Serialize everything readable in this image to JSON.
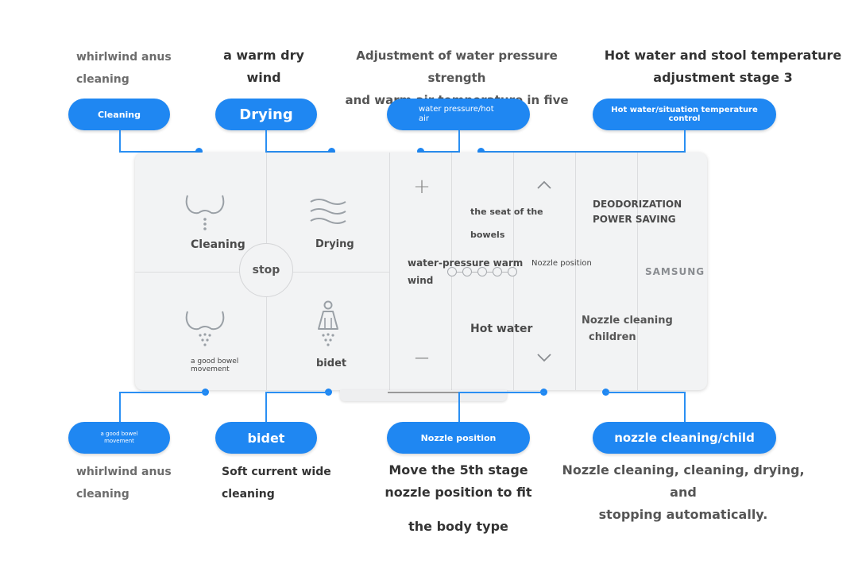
{
  "top_descriptions": {
    "cleaning": "whirlwind anus\ncleaning",
    "drying": "a warm dry\nwind",
    "pressure": "Adjustment of water pressure strength\nand warm air temperature in five stages",
    "temperature": "Hot water and stool temperature\nadjustment stage 3"
  },
  "top_pills": {
    "cleaning": "Cleaning",
    "drying": "Drying",
    "pressure": "water pressure/hot\nair",
    "temperature": "Hot water/situation temperature control"
  },
  "bottom_pills": {
    "bowel": "a good bowel\nmovement",
    "bidet": "bidet",
    "nozzle": "Nozzle position",
    "nozzle_clean": "nozzle cleaning/child"
  },
  "bottom_descriptions": {
    "bowel": "whirlwind anus\ncleaning",
    "bidet": "Soft current wide\ncleaning",
    "nozzle": "Move the 5th stage\nnozzle position to fit",
    "nozzle_extra": "the body type",
    "nozzle_clean": "Nozzle cleaning, cleaning, drying, and\nstopping automatically."
  },
  "panel": {
    "cleaning": "Cleaning",
    "drying": "Drying",
    "stop": "stop",
    "bowel": "a good bowel movement",
    "bidet": "bidet",
    "plus": "+",
    "minus": "—",
    "water_pressure": "water-pressure warm\nwind",
    "seat": "the seat of the",
    "bowels": "bowels",
    "hot_water": "Hot water",
    "nozzle_position": "Nozzle position",
    "deodorization": "DEODORIZATION",
    "power_saving": "POWER SAVING",
    "samsung": "SAMSUNG",
    "nozzle_cleaning": "Nozzle cleaning",
    "children": "children",
    "level_steps": 5
  },
  "colors": {
    "accent": "#1f87f2",
    "panel": "#f2f3f4"
  }
}
